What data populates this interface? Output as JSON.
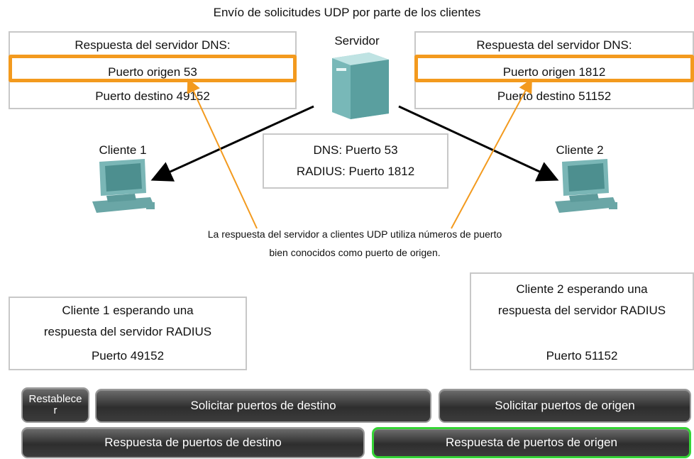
{
  "title": "Envío de solicitudes UDP por parte de los clientes",
  "server": {
    "label": "Servidor"
  },
  "dns_response": {
    "header": "Respuesta del servidor DNS:",
    "source_port": "Puerto origen 53",
    "dest_port": "Puerto destino 49152"
  },
  "radius_response": {
    "header": "Respuesta del servidor DNS:",
    "source_port": "Puerto origen 1812",
    "dest_port": "Puerto destino 51152"
  },
  "ports_box": {
    "dns": "DNS: Puerto 53",
    "radius": "RADIUS: Puerto 1812"
  },
  "client1": {
    "label": "Cliente 1",
    "waiting_line1": "Cliente 1 esperando una",
    "waiting_line2": "respuesta del servidor RADIUS",
    "port": "Puerto 49152"
  },
  "client2": {
    "label": "Cliente 2",
    "waiting_line1": "Cliente 2 esperando una",
    "waiting_line2": "respuesta del servidor RADIUS",
    "port": "Puerto 51152"
  },
  "note": {
    "line1": "La respuesta del servidor a clientes UDP utiliza números de puerto",
    "line2": "bien conocidos como puerto de origen."
  },
  "buttons": {
    "reset": "Restablecer",
    "request_dest": "Solicitar puertos de destino",
    "request_source": "Solicitar puertos de origen",
    "response_dest": "Respuesta de puertos de destino",
    "response_source": "Respuesta de puertos de origen"
  },
  "colors": {
    "highlight": "#f39a1e",
    "active_button_border": "#35d435",
    "arrow_black": "#000000",
    "arrow_orange": "#f39a1e",
    "computer": "#6aa6a6"
  },
  "icons": [
    "server-icon",
    "computer-icon"
  ]
}
